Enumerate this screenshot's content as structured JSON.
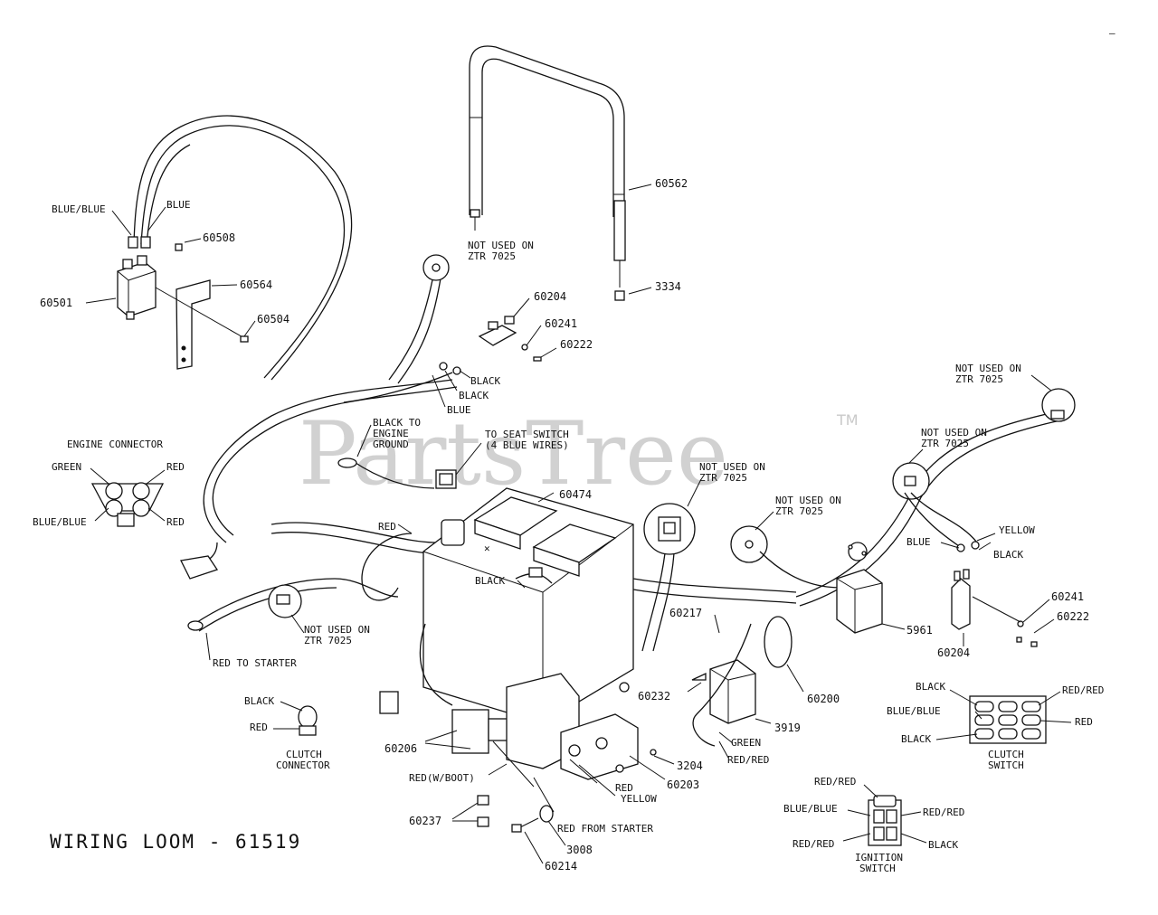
{
  "title": "WIRING LOOM - 61519",
  "watermark": {
    "text": "PartsTree",
    "trademark": "TM"
  },
  "corner_mark": "—",
  "part_numbers": {
    "p60562": "60562",
    "p3334": "3334",
    "p60508": "60508",
    "p60501": "60501",
    "p60564": "60564",
    "p60504": "60504",
    "p60204a": "60204",
    "p60241a": "60241",
    "p60222a": "60222",
    "p60474": "60474",
    "p60217": "60217",
    "p5961": "5961",
    "p60204b": "60204",
    "p60241b": "60241",
    "p60222b": "60222",
    "p60232": "60232",
    "p60200": "60200",
    "p3919": "3919",
    "p60206": "60206",
    "p60203": "60203",
    "p3204": "3204",
    "p60237": "60237",
    "p3008": "3008",
    "p60214": "60214"
  },
  "labels": {
    "blue_blue_1": "BLUE/BLUE",
    "blue_1": "BLUE",
    "nu1_a": "NOT USED ON",
    "nu1_b": "ZTR 7025",
    "black_1": "BLACK",
    "black_2": "BLACK",
    "blue_2": "BLUE",
    "ground_a": "BLACK TO",
    "ground_b": "ENGINE",
    "ground_c": "GROUND",
    "seat_a": "TO SEAT SWITCH",
    "seat_b": "(4 BLUE WIRES)",
    "nu2_a": "NOT USED ON",
    "nu2_b": "ZTR 7025",
    "nu3_a": "NOT USED ON",
    "nu3_b": "ZTR 7025",
    "nu4_a": "NOT USED ON",
    "nu4_b": "ZTR 7025",
    "nu5_a": "NOT USED ON",
    "nu5_b": "ZTR 7025",
    "nu6_a": "NOT USED ON",
    "nu6_b": "ZTR 7025",
    "red_1": "RED",
    "black_batt": "BLACK",
    "blue_3": "BLUE",
    "yellow_1": "YELLOW",
    "black_3": "BLACK",
    "red_to_starter": "RED TO STARTER",
    "green_2": "GREEN",
    "red_red_3": "RED/RED",
    "red_w_boot": "RED(W/BOOT)",
    "red_2": "RED",
    "yellow_2": "YELLOW",
    "red_from_starter": "RED FROM STARTER"
  },
  "engine_connector": {
    "title": "ENGINE CONNECTOR",
    "green": "GREEN",
    "red_a": "RED",
    "blue_blue": "BLUE/BLUE",
    "red_b": "RED"
  },
  "clutch_connector": {
    "black": "BLACK",
    "red": "RED",
    "title_a": "CLUTCH",
    "title_b": "CONNECTOR"
  },
  "clutch_switch": {
    "black_a": "BLACK",
    "red_red": "RED/RED",
    "blue_blue": "BLUE/BLUE",
    "red": "RED",
    "black_b": "BLACK",
    "title_a": "CLUTCH",
    "title_b": "SWITCH"
  },
  "ignition_switch": {
    "red_red_a": "RED/RED",
    "blue_blue": "BLUE/BLUE",
    "red_red_b": "RED/RED",
    "red_red_c": "RED/RED",
    "black": "BLACK",
    "title_a": "IGNITION",
    "title_b": "SWITCH"
  }
}
